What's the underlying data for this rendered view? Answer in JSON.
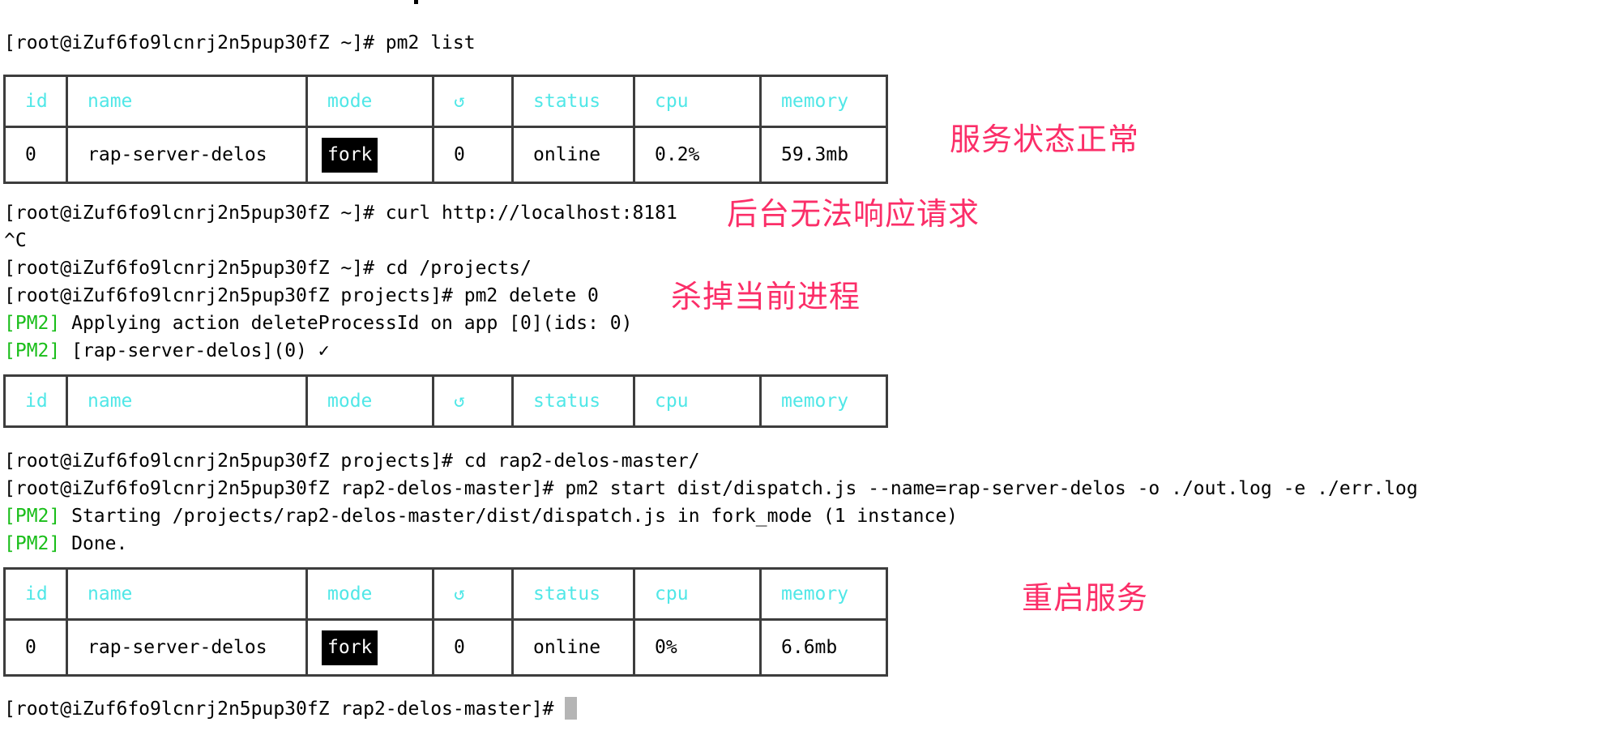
{
  "colors": {
    "cyan": "#50e7e7",
    "green": "#1abe1a",
    "pink": "#fb2e68",
    "border": "#3d3d3d",
    "cursor": "#b5b5b5"
  },
  "lines": {
    "pm2_list": "[root@iZuf6fo9lcnrj2n5pup30fZ ~]# pm2 list",
    "curl": "[root@iZuf6fo9lcnrj2n5pup30fZ ~]# curl http://localhost:8181",
    "sigint": "^C",
    "cd_projects": "[root@iZuf6fo9lcnrj2n5pup30fZ ~]# cd /projects/",
    "pm2_delete": "[root@iZuf6fo9lcnrj2n5pup30fZ projects]# pm2 delete 0",
    "pm2_prefix": "[PM2]",
    "applying": " Applying action deleteProcessId on app [0](ids: 0)",
    "deleted": " [rap-server-delos](0) ✓",
    "cd_master": "[root@iZuf6fo9lcnrj2n5pup30fZ projects]# cd rap2-delos-master/",
    "pm2_start": "[root@iZuf6fo9lcnrj2n5pup30fZ rap2-delos-master]# pm2 start dist/dispatch.js --name=rap-server-delos -o ./out.log -e ./err.log",
    "starting": " Starting /projects/rap2-delos-master/dist/dispatch.js in fork_mode (1 instance)",
    "done": " Done.",
    "final_prompt": "[root@iZuf6fo9lcnrj2n5pup30fZ rap2-delos-master]# "
  },
  "annotations": {
    "status_ok": "服务状态正常",
    "no_response": "后台无法响应请求",
    "kill_process": "杀掉当前进程",
    "restart_service": "重启服务"
  },
  "table_headers": [
    "id",
    "name",
    "mode",
    "↺",
    "status",
    "cpu",
    "memory"
  ],
  "tables": {
    "first": {
      "row": {
        "id": "0",
        "name": "rap-server-delos",
        "mode": "fork",
        "restarts": "0",
        "status": "online",
        "cpu": "0.2%",
        "memory": "59.3mb"
      }
    },
    "third": {
      "row": {
        "id": "0",
        "name": "rap-server-delos",
        "mode": "fork",
        "restarts": "0",
        "status": "online",
        "cpu": "0%",
        "memory": "6.6mb"
      }
    }
  }
}
